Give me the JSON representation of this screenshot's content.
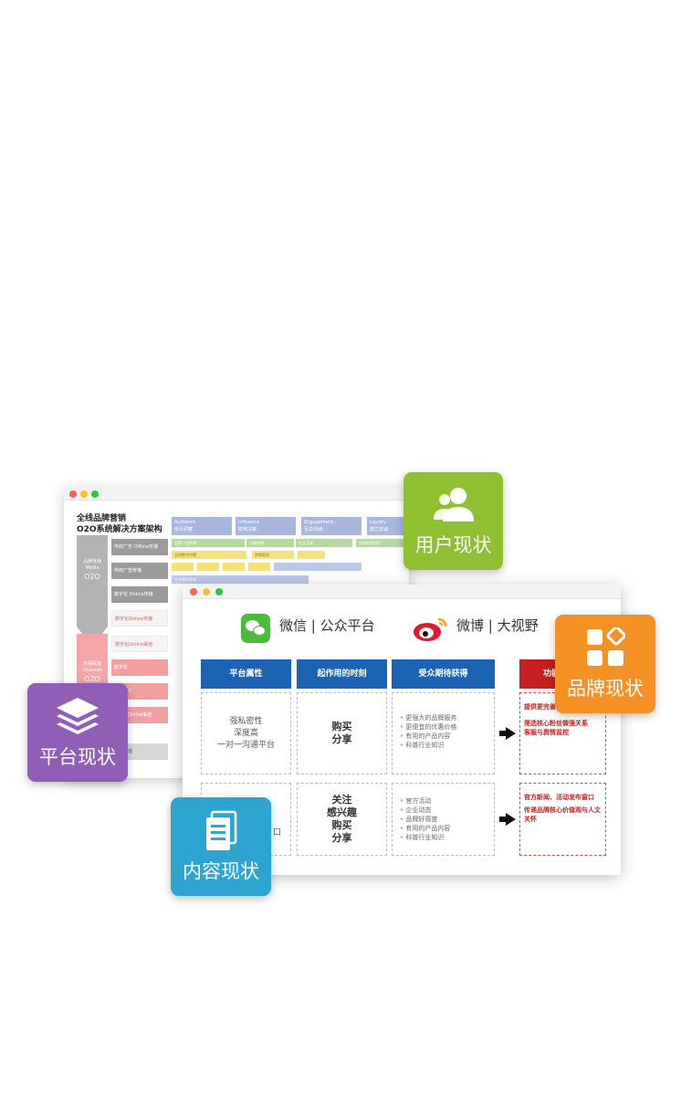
{
  "back_window": {
    "title_line1": "全线品牌营销",
    "title_line2": "O2O系统解决方案架构",
    "media": {
      "label_cn": "品牌传播",
      "label_en": "Media",
      "label_big": "O2O"
    },
    "channel": {
      "label_cn": "传播渠道",
      "label_en": "Channel",
      "label_big": "O2O"
    },
    "rows": [
      "传统广告 Offline传播",
      "传统广告传播",
      "数字化 Online传播",
      "数字化Online传播",
      "数字化Online渠道",
      "数字化",
      "传统线下",
      "数字化Online渠道",
      "自有渠道"
    ],
    "headers": [
      {
        "en": "Audience",
        "cn": "受众洞察"
      },
      {
        "en": "Influence",
        "cn": "影响决策"
      },
      {
        "en": "Engagement",
        "cn": "互动沟通"
      },
      {
        "en": "Loyalty",
        "cn": "建立忠诚"
      }
    ],
    "bars": [
      "品牌广告传播",
      "口碑传播",
      "社交互动",
      "传播效果评估",
      "全网整合传播",
      "舆情管理",
      "平台整合营销"
    ]
  },
  "front_window": {
    "wechat": {
      "name": "微信",
      "sub": "公众平台",
      "sep": "|"
    },
    "weibo": {
      "name": "微博",
      "sub": "大视野",
      "sep": "|"
    },
    "columns": [
      "平台属性",
      "起作用的时刻",
      "受众期待获得",
      "功能"
    ],
    "row1": {
      "attr": [
        "强私密性",
        "深度高",
        "一对一沟通平台"
      ],
      "moment": [
        "购买",
        "分享"
      ],
      "expect": [
        "更强大的品牌服务",
        "更便宜的优惠价格",
        "有用的产品内容",
        "科普行业知识"
      ],
      "function": [
        "提供更完善品牌服务",
        "筛选核心粉丝做强关系",
        "客服与舆情监控"
      ]
    },
    "row2": {
      "attr_suffix": "口",
      "moment": [
        "关注",
        "感兴趣",
        "购买",
        "分享"
      ],
      "expect": [
        "官方活动",
        "企业动态",
        "品牌好感度",
        "有用的产品内容",
        "科普行业知识"
      ],
      "function": [
        "官方新闻、活动发布窗口",
        "传递品牌核心价值观与人文关怀"
      ]
    }
  },
  "badges": {
    "user": "用户现状",
    "brand": "品牌现状",
    "platform": "平台现状",
    "content": "内容现状"
  },
  "colors": {
    "user_badge": "#8dc131",
    "brand_badge": "#f49024",
    "platform_badge": "#8f5fb7",
    "content_badge": "#2ea4d1",
    "table_head_blue": "#1d63b3",
    "table_head_red": "#c51f1f"
  },
  "icons": [
    "user-icon",
    "blocks-icon",
    "layers-icon",
    "document-icon",
    "wechat-icon",
    "weibo-icon"
  ]
}
